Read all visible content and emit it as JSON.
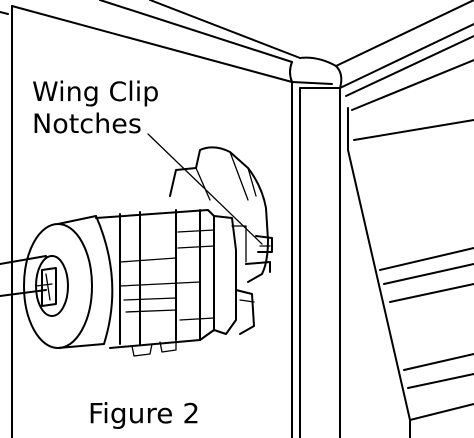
{
  "callout": {
    "line1": "Wing Clip",
    "line2": "Notches"
  },
  "caption": "Figure 2",
  "colors": {
    "line": "#000000",
    "background": "#ffffff",
    "hole": "#d9d9d9"
  }
}
